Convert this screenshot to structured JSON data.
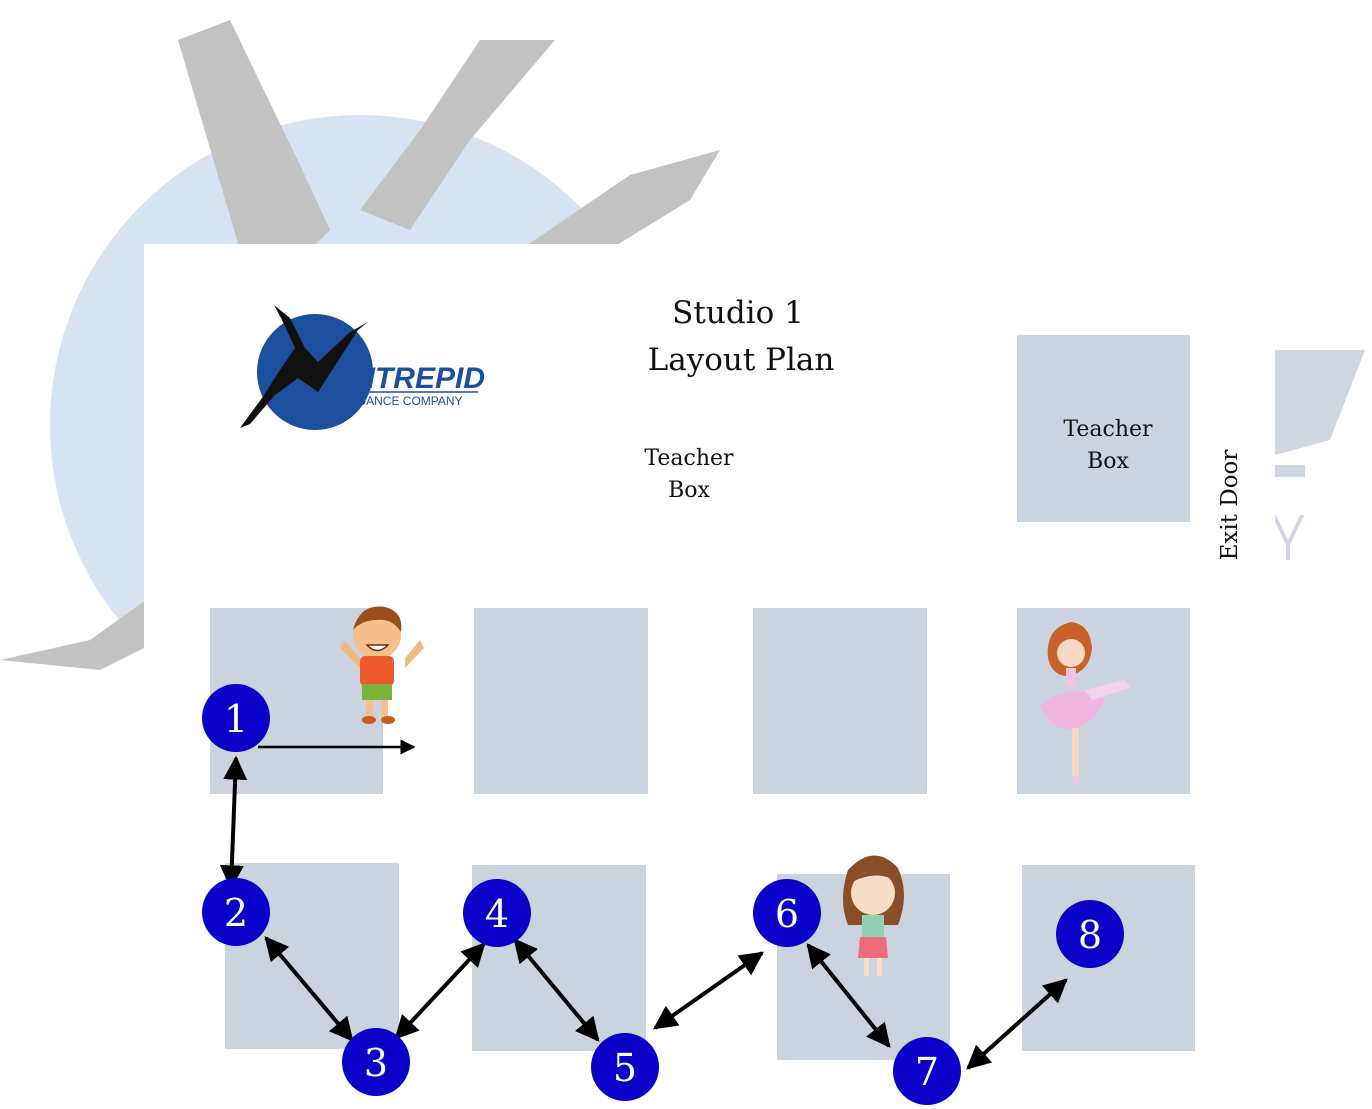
{
  "title": {
    "line1": "Studio 1",
    "line2": "Layout Plan"
  },
  "logo": {
    "name": "INTREPID",
    "tagline": "DANCE COMPANY",
    "color": "#1c4f9e"
  },
  "teacher_box_label": [
    "Teacher",
    "Box"
  ],
  "exit_door_label": "Exit Door",
  "spots": [
    "1",
    "2",
    "3",
    "4",
    "5",
    "6",
    "7",
    "8"
  ],
  "colors": {
    "spot": "#0a00c8",
    "box": "#cbd4de",
    "watermark_circle": "#d6e2f0",
    "watermark_figure": "#bdbdbd"
  }
}
